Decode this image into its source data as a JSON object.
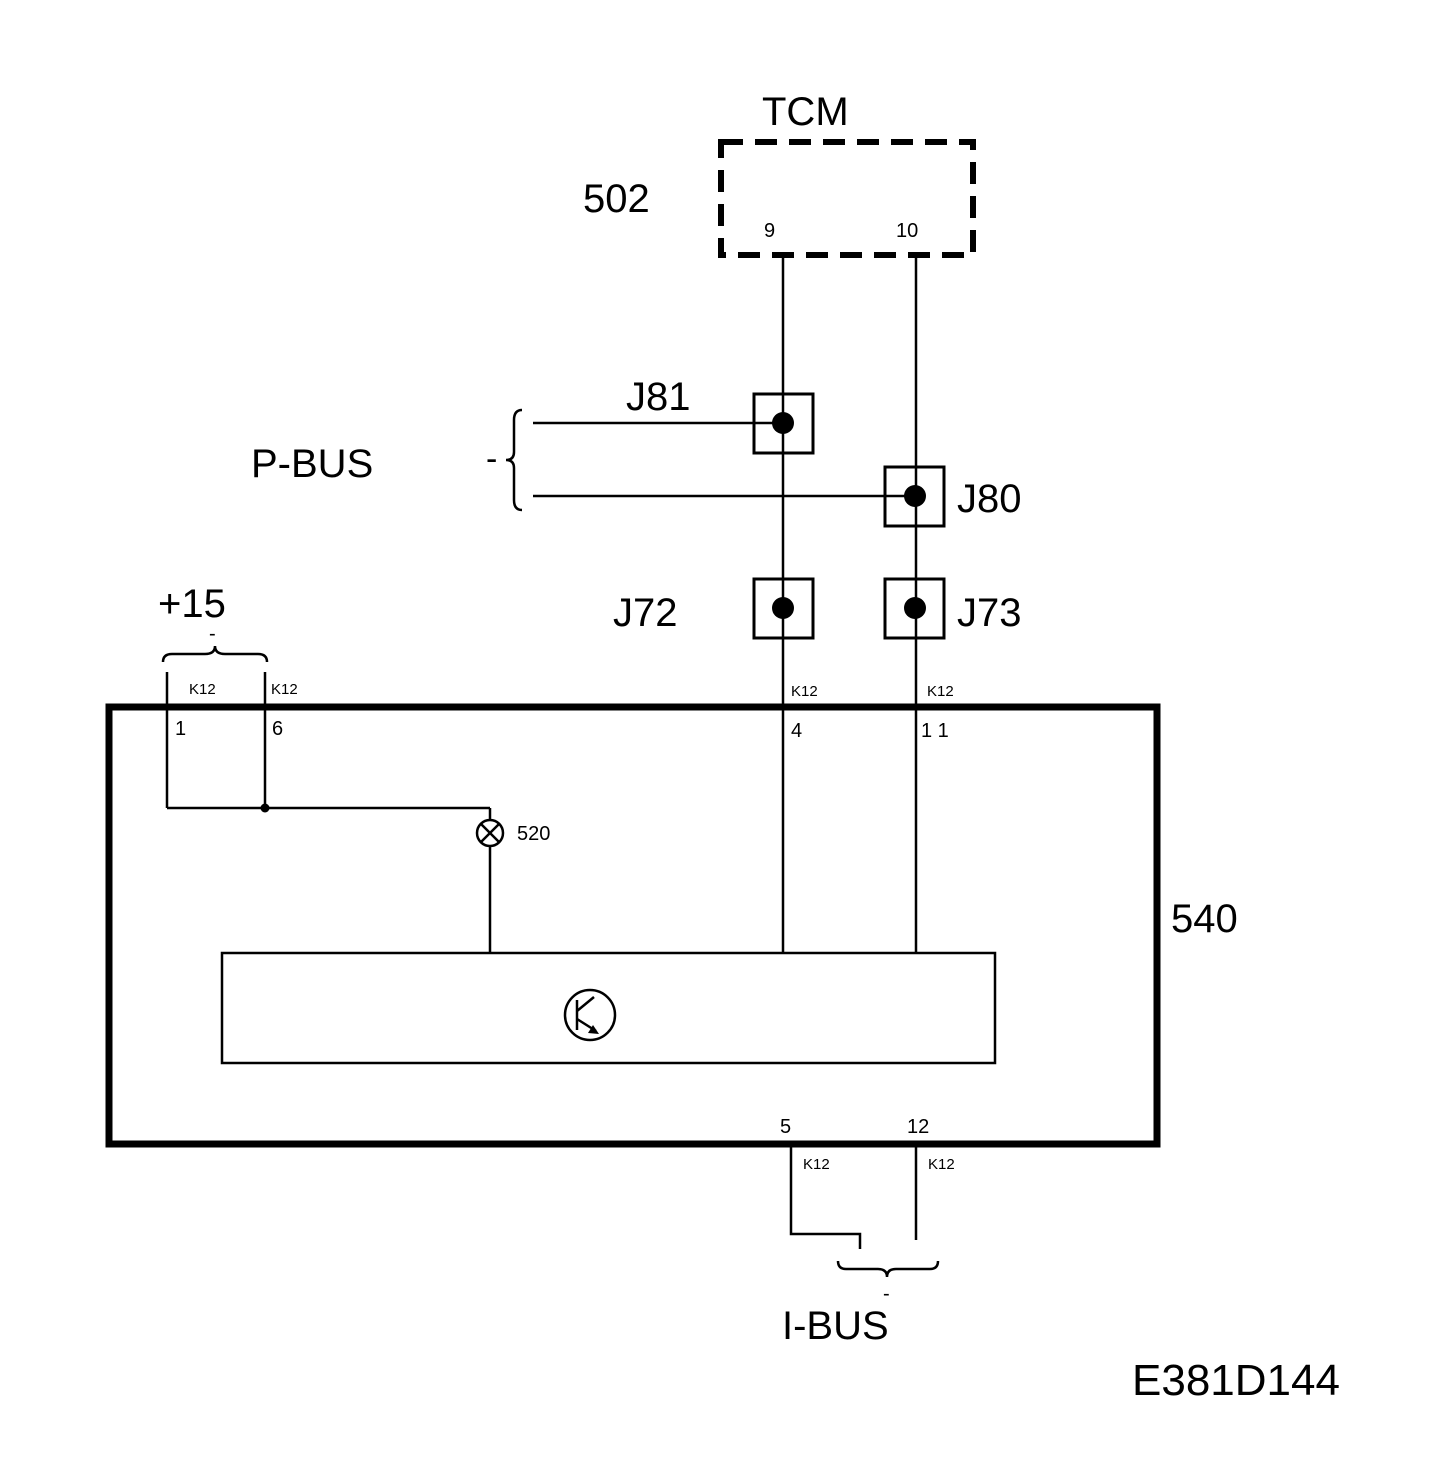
{
  "tcm": {
    "label": "TCM",
    "number": "502",
    "pin_left": "9",
    "pin_right": "10"
  },
  "junctions": {
    "j81": "J81",
    "j80": "J80",
    "j72": "J72",
    "j73": "J73"
  },
  "pbus": {
    "label": "P-BUS",
    "dash": "-"
  },
  "plus15": {
    "label": "+15",
    "dash": "-"
  },
  "module": {
    "number": "540",
    "bulb_number": "520",
    "top_pins": [
      {
        "connector": "K12",
        "pin": "1"
      },
      {
        "connector": "K12",
        "pin": "6"
      },
      {
        "connector": "K12",
        "pin": "4"
      },
      {
        "connector": "K12",
        "pin": "1 1"
      }
    ],
    "bottom_pins": [
      {
        "connector": "K12",
        "pin": "5"
      },
      {
        "connector": "K12",
        "pin": "12"
      }
    ]
  },
  "ibus": {
    "label": "I-BUS",
    "dash": "-"
  },
  "figure_id": "E381D144"
}
